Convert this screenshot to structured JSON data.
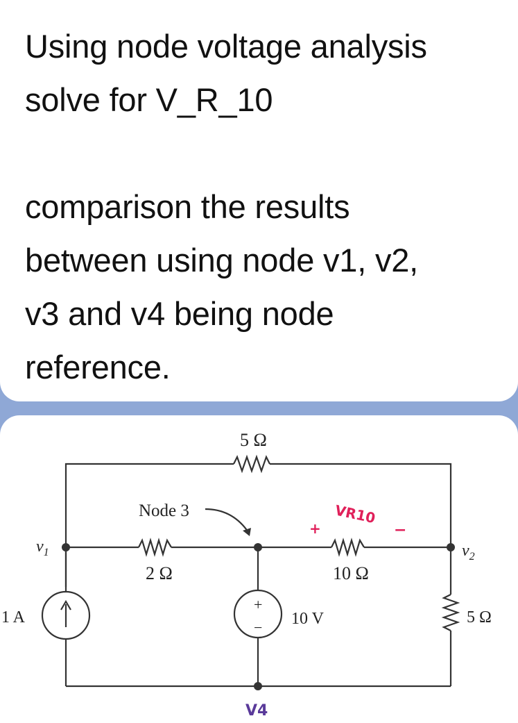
{
  "question": {
    "line1": "Using node voltage analysis",
    "line2": "solve for V_R_10",
    "line3": "comparison the results",
    "line4": "between using node v1, v2,",
    "line5": "v3 and v4 being node",
    "line6": "reference."
  },
  "circuit": {
    "r_top": "5 Ω",
    "r_left": "2 Ω",
    "r_mid": "10 Ω",
    "r_right": "5 Ω",
    "node3_label": "Node 3",
    "v1_label": "v",
    "v1_sub": "1",
    "v2_label": "v",
    "v2_sub": "2",
    "current_source": "1 A",
    "voltage_source": "10 V",
    "vs_plus": "+",
    "vs_minus": "−",
    "annot_vr10": "VR10",
    "annot_plus": "+",
    "annot_minus": "−",
    "annot_v4": "V4",
    "colors": {
      "wire": "#333333",
      "annotation_red": "#e0205a",
      "annotation_purple": "#5a3a9a"
    }
  }
}
